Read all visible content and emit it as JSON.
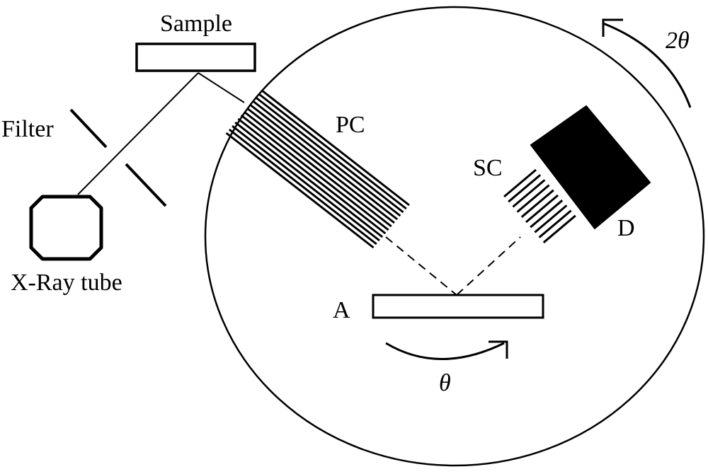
{
  "diagram": {
    "labels": {
      "sample": "Sample",
      "filter": "Filter",
      "xray_tube": "X-Ray tube",
      "pc": "PC",
      "sc": "SC",
      "detector": "D",
      "analyzer": "A",
      "theta": "θ",
      "two_theta": "2θ"
    },
    "colors": {
      "ink": "#000000",
      "background": "#ffffff",
      "detector_fill": "#000000"
    }
  }
}
